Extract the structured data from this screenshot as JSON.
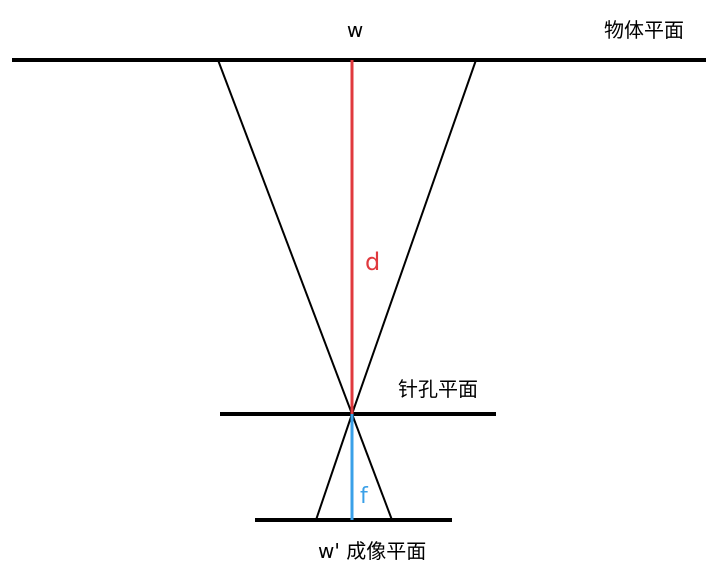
{
  "labels": {
    "object_width": "w",
    "object_plane": "物体平面",
    "object_distance": "d",
    "pinhole_plane": "针孔平面",
    "focal_length": "f",
    "image_width_and_plane": "w' 成像平面"
  },
  "colors": {
    "lines": "#000000",
    "object_distance": "#e0393e",
    "focal_length": "#3aa0e8"
  }
}
